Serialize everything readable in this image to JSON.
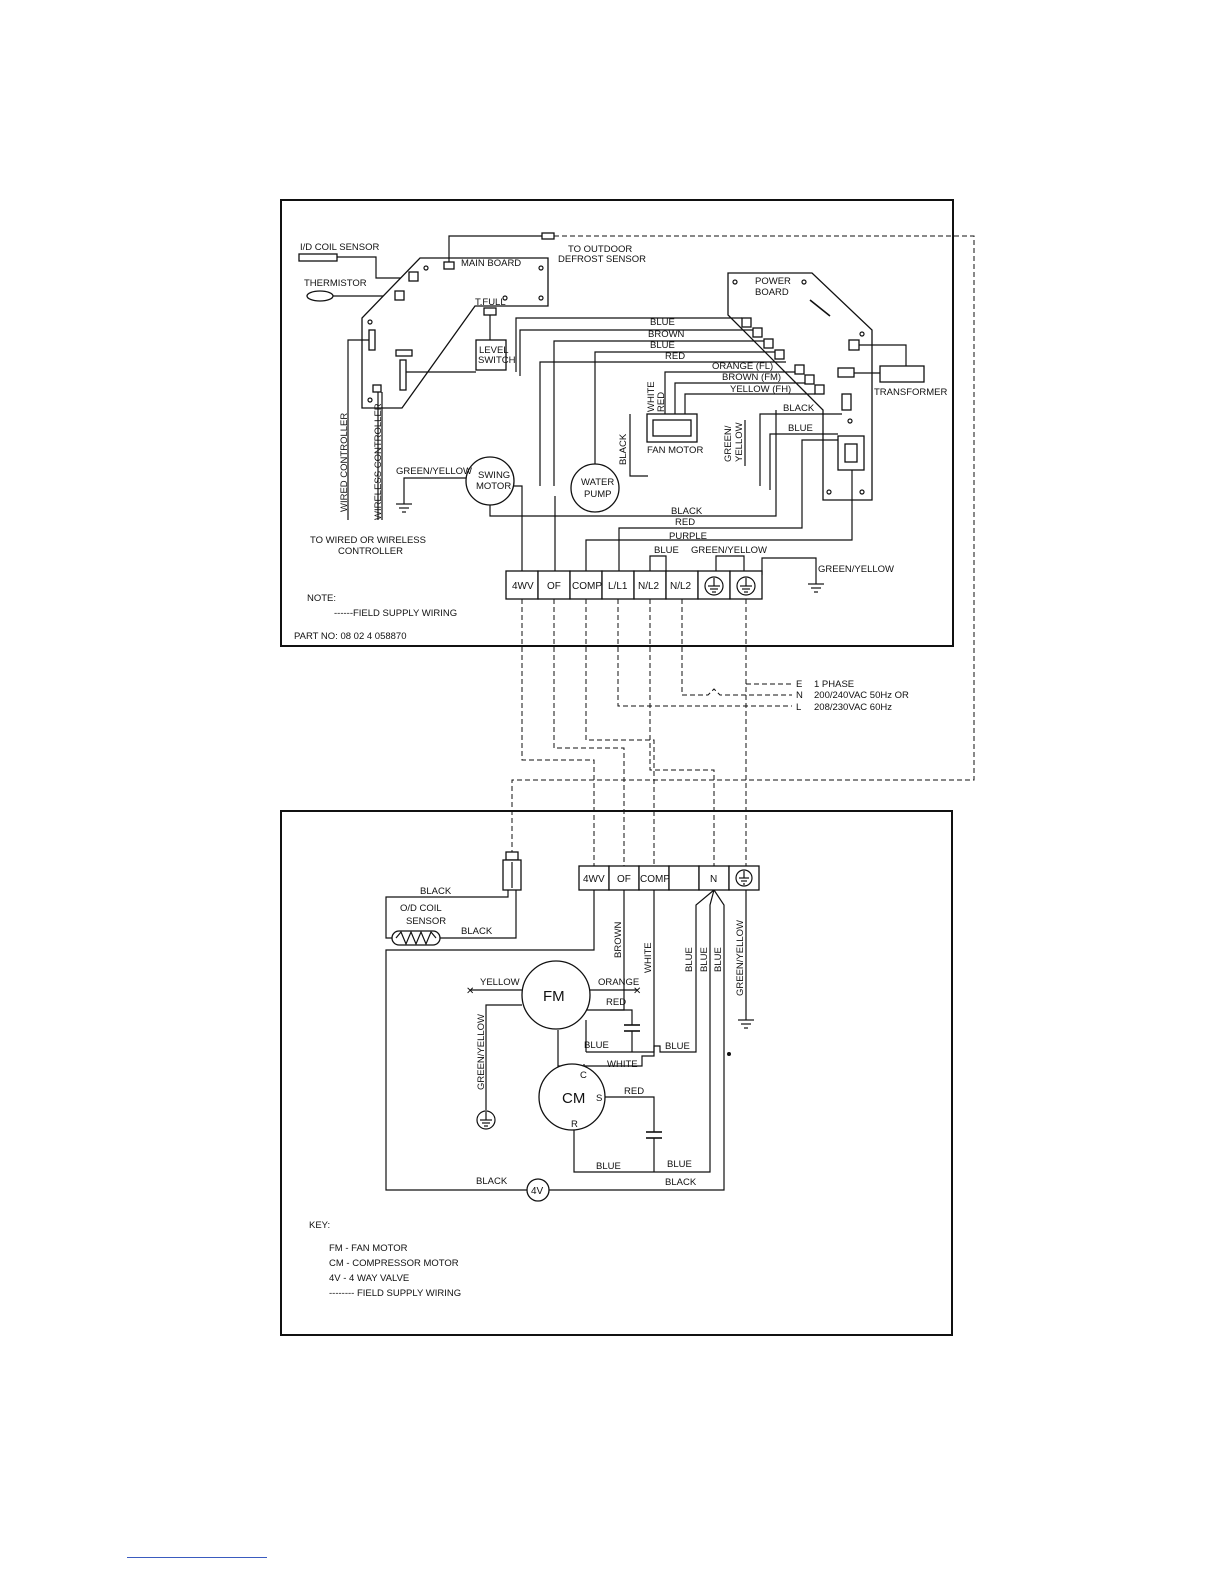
{
  "indoor": {
    "id_coil_sensor": "I/D COIL SENSOR",
    "thermistor": "THERMISTOR",
    "main_board": "MAIN BOARD",
    "to_outdoor_1": "TO OUTDOOR",
    "to_outdoor_2": "DEFROST SENSOR",
    "power_board_1": "POWER",
    "power_board_2": "BOARD",
    "tfull": "T.FULL",
    "level_1": "LEVEL",
    "level_2": "SWITCH",
    "transformer": "TRANSFORMER",
    "wired_controller": "WIRED CONTROLLER",
    "wireless_controller": "WIRELESS CONTROLLER",
    "to_wired_1": "TO WIRED OR WIRELESS",
    "to_wired_2": "CONTROLLER",
    "swing_1": "SWING",
    "swing_2": "MOTOR",
    "pump_1": "WATER",
    "pump_2": "PUMP",
    "fan_motor": "FAN MOTOR",
    "wire_blue": "BLUE",
    "wire_brown": "BROWN",
    "wire_red": "RED",
    "wire_black": "BLACK",
    "wire_white": "WHITE",
    "wire_purple": "PURPLE",
    "wire_gy": "GREEN/YELLOW",
    "wire_green": "GREEN/",
    "wire_yellow": "YELLOW",
    "orange_fl": "ORANGE (FL)",
    "brown_fm": "BROWN (FM)",
    "yellow_fh": "YELLOW (FH)",
    "terminals": [
      "4WV",
      "OF",
      "COMP",
      "L/L1",
      "N/L2",
      "N/L2"
    ],
    "note": "NOTE:",
    "field_supply": "------FIELD SUPPLY   WIRING",
    "part_no": "PART NO: 08 02 4 058870",
    "supply_e": "E",
    "supply_n": "N",
    "supply_l": "L",
    "supply_phase": "1 PHASE",
    "supply_v1": "200/240VAC 50Hz OR",
    "supply_v2": "208/230VAC 60Hz"
  },
  "outdoor": {
    "terminals": [
      "4WV",
      "OF",
      "COMP",
      "",
      "N"
    ],
    "od_coil_1": "O/D COIL",
    "od_coil_2": "SENSOR",
    "fm": "FM",
    "cm": "CM",
    "cm_c": "C",
    "cm_s": "S",
    "cm_r": "R",
    "valve": "4V",
    "wire_black": "BLACK",
    "wire_brown": "BROWN",
    "wire_white": "WHITE",
    "wire_blue": "BLUE",
    "wire_gy": "GREEN/YELLOW",
    "wire_yellow": "YELLOW",
    "wire_orange": "ORANGE",
    "wire_red": "RED"
  },
  "key": {
    "title": "KEY:",
    "fm": "FM  -  FAN MOTOR",
    "cm": "CM  -  COMPRESSOR MOTOR",
    "v4": "4V  -  4 WAY VALVE",
    "field": "--------  FIELD SUPPLY WIRING"
  }
}
